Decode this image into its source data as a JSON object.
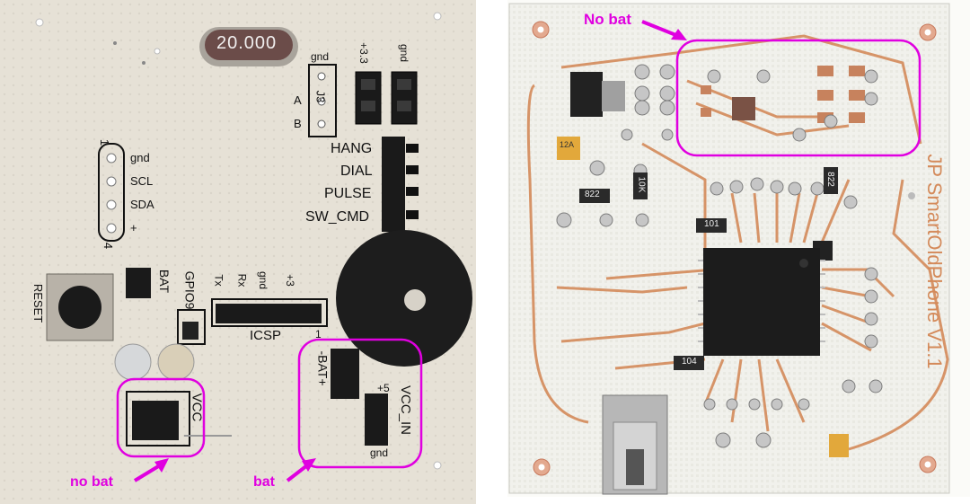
{
  "left_board": {
    "crystal": "20.000",
    "jumper_j3": {
      "top": "gnd",
      "label": "J3",
      "a": "A",
      "b": "B"
    },
    "power_pins": [
      "+3.3",
      "gnd"
    ],
    "signal_pins": [
      "HANG",
      "DIAL",
      "PULSE",
      "SW_CMD"
    ],
    "i2c_header": {
      "index_top": "1",
      "gnd": "gnd",
      "scl": "SCL",
      "sda": "SDA",
      "plus": "+",
      "index_bottom": "4"
    },
    "reset_label": "RESET",
    "bat_label": "BAT",
    "gpio_label": "GPIO9",
    "icsp_pins": [
      "Tx",
      "Rx",
      "gnd",
      "+3"
    ],
    "icsp_label": "ICSP",
    "icsp_pin1": "1",
    "vcc_label": "VCC",
    "bat_jumper_label": "-BAT+",
    "vcc_in_top": "+5",
    "vcc_in_label": "VCC_IN",
    "vcc_in_bottom": "gnd"
  },
  "left_annotations": {
    "no_bat": "no bat",
    "bat": "bat"
  },
  "right_board": {
    "title": "JP SmartOldPhone V1.1",
    "resistors": [
      "822",
      "10K",
      "101",
      "104",
      "822"
    ],
    "capacitor": "12A"
  },
  "right_annotations": {
    "no_bat": "No bat"
  },
  "colors": {
    "annotation": "#e000e0",
    "left_board": "#e6e1d6",
    "right_board": "#f4f4f0",
    "copper": "#d48a5a",
    "chip": "#1c1c1c"
  }
}
